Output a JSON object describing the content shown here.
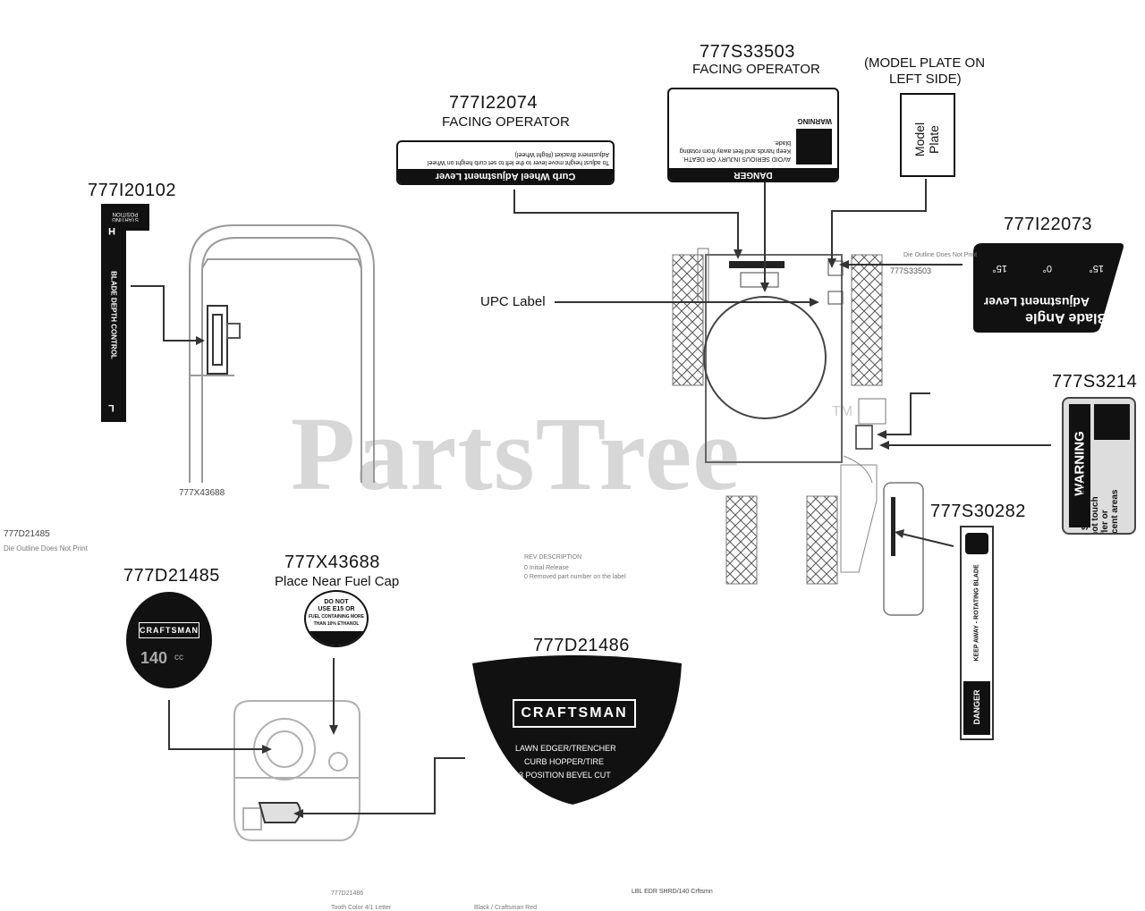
{
  "watermark": "PartsTree",
  "trademark": "TM",
  "callouts": {
    "c1": {
      "part": "777I20102"
    },
    "c2": {
      "part": "777I22074",
      "note": "FACING OPERATOR"
    },
    "c3": {
      "part": "777S33503",
      "note": "FACING OPERATOR"
    },
    "c4": {
      "line1": "(MODEL PLATE ON",
      "line2": "LEFT SIDE)"
    },
    "c5": {
      "part": "777I22073"
    },
    "c6": {
      "part": "777S3214"
    },
    "c7": {
      "part": "777S30282"
    },
    "c8": {
      "part": "777D21485"
    },
    "c9": {
      "part": "777X43688",
      "note": "Place Near Fuel Cap"
    },
    "c10": {
      "part": "777D21486"
    },
    "upc": "UPC Label"
  },
  "decals": {
    "curb_wheel": {
      "title": "Curb Wheel Adjustment Lever",
      "text": "To adjust height move lever to the left to set curb height on Wheel Adjustment Bracket (Right Wheel)"
    },
    "danger_top": {
      "title": "DANGER",
      "warn": "WARNING",
      "text": "AVOID SERIOUS INJURY OR DEATH. Keep hands and feet away from rotating blade."
    },
    "model_plate": {
      "line1": "Model",
      "line2": "Plate"
    },
    "blade_angle": {
      "line1": "Blade Angle",
      "line2": "Adjustment Lever",
      "left": "15°",
      "center": "0°",
      "right": "15°"
    },
    "starting": {
      "title": "STARTING POSITION",
      "h": "H",
      "l": "L",
      "text": "BLADE DEPTH CONTROL"
    },
    "warning_hot": {
      "title": "WARNING",
      "line1": "HOT SURFACES",
      "line2": "Do not touch",
      "line3": "muffler or",
      "line4": "adjacent areas"
    },
    "keep_away": {
      "title": "DANGER",
      "text": "KEEP AWAY - ROTATING BLADE"
    },
    "craftsman_round": {
      "brand": "CRAFTSMAN",
      "size": "140",
      "unit": "cc"
    },
    "fuel_cap": {
      "line1": "DO NOT",
      "line2": "USE E15 OR",
      "line3": "FUEL CONTAINING MORE",
      "line4": "THAN 10% ETHANOL"
    },
    "craftsman_shield": {
      "brand": "CRAFTSMAN",
      "line1": "LAWN EDGER/TRENCHER",
      "line2": "CURB HOPPER/TIRE",
      "line3": "3 POSITION BEVEL CUT"
    }
  },
  "faint_text": {
    "t1": "777X43688",
    "t2": "777D21485",
    "t3": "Die Outline Does Not Print",
    "t4": "REV DESCRIPTION",
    "t5": "0  Initial Release",
    "t6": "0  Removed part number on the label",
    "t7": "Die Outline Does Not Print",
    "t8": "777S33503",
    "t9": "Black / Craftsman Red",
    "t10": "Tooth Color 4/1 Letter",
    "t11": "LBL EDR SHRD/140 Crftsmn",
    "t12": "777D21486"
  }
}
